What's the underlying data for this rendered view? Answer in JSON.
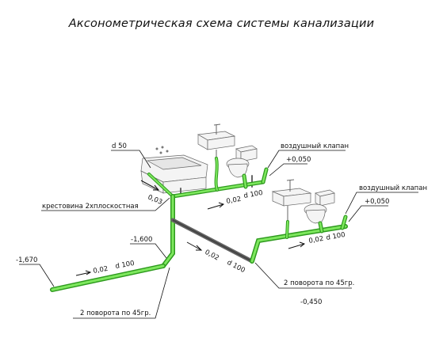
{
  "title": "Аксонометрическая схема системы канализации",
  "labels": {
    "d50": "d 50",
    "air_valve_1": "воздушный клапан",
    "elev_0050_1": "+0,050",
    "air_valve_2": "воздушный клапан",
    "elev_0050_2": "+0,050",
    "cross": "крестовина 2хплоскостная",
    "slope_003": "0,03",
    "slope_002_d100_upper_slope": "0,02",
    "slope_002_d100_upper_d": "d 100",
    "slope_002_d100_right_slope": "0,02",
    "slope_002_d100_right_d": "d 100",
    "slope_002_d100_diag_slope": "0,02",
    "slope_002_d100_diag_d": "d 100",
    "slope_002_d100_left_slope": "0,02",
    "slope_002_d100_left_d": "d 100",
    "elev_1600": "-1,600",
    "elev_1670": "-1,670",
    "elev_0450": "-0,450",
    "turns_right": "2 поворота по 45гр.",
    "turns_left": "2 поворота по 45гр."
  },
  "colors": {
    "pipe_dark": "#2e9a1e",
    "pipe_light": "#7ee85e",
    "drain_gray": "#666666"
  },
  "fixtures": [
    "bathtub-icon",
    "washbasin-icon",
    "toilet-icon",
    "washbasin-icon",
    "toilet-icon"
  ]
}
